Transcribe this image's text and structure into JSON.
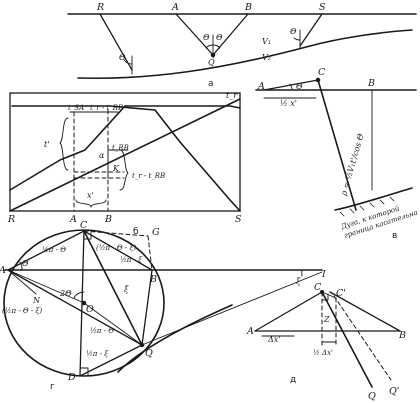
{
  "panel_a": {
    "caption": "a",
    "points": {
      "r": "R",
      "a": "A",
      "b": "B",
      "s": "S",
      "q": "Q"
    },
    "theta": "Θ",
    "v1": "V₁",
    "v2": "V₂"
  },
  "panel_b": {
    "caption": "б",
    "points": {
      "r": "R",
      "a": "A",
      "b": "B",
      "s": "S",
      "k": "K"
    },
    "t_r": "t_r",
    "t_prime": "t'",
    "t_sa": "t_SA",
    "t_r_minus": "t_r - t_RB",
    "t_rb": "t_RB",
    "t_r_minus_2": "t_r - t_RB",
    "alpha": "α",
    "x_prime": "x'"
  },
  "panel_v": {
    "caption": "в",
    "points": {
      "a": "A",
      "b": "B",
      "c": "C"
    },
    "theta": "Θ",
    "half_x": "½ x'",
    "rho": "ρ = ½V₁t'/cos Θ",
    "arc_label_1": "Дуга, к которой",
    "arc_label_2": "граница касательна"
  },
  "panel_g": {
    "caption": "г",
    "points": {
      "a": "A",
      "b": "B",
      "c": "C",
      "d": "D",
      "g": "G",
      "n": "N",
      "o": "O",
      "q": "Q",
      "i": "I"
    },
    "theta": "Θ",
    "two_theta": "2Θ",
    "half_pi_theta": "½π - Θ",
    "angle_bracket": "(½π - Θ - ξ)",
    "half_pi_xi": "½π - ξ",
    "xi": "ξ",
    "half_pi_theta_2": "½π - Θ",
    "half_pi_xi_2": "½π - ξ",
    "left_angle": "(½π - Θ - ξ)",
    "i_angle": "ξ"
  },
  "panel_d": {
    "caption": "д",
    "points": {
      "a": "A",
      "b": "B",
      "c": "C",
      "c_prime": "C'",
      "q": "Q",
      "q_prime": "Q'"
    },
    "delta_x": "Δx'",
    "half_delta_x": "½ Δx'",
    "z": "Z"
  }
}
